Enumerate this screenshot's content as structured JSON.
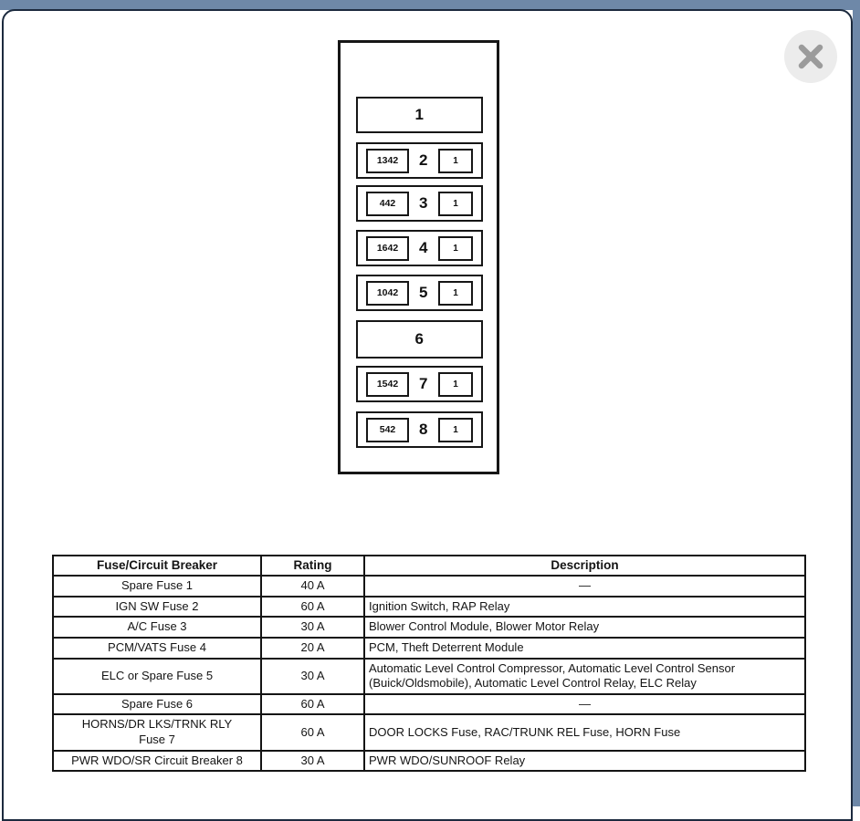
{
  "window": {
    "close_glyph": "✕"
  },
  "colors": {
    "backdrop_blue": "#6E88A8",
    "card_border_navy": "#1C2A3E",
    "card_background": "#FFFFFF",
    "scan_ink": "#141414",
    "close_circle_background": "#ECECEC",
    "close_x_gray": "#9B9B9B"
  },
  "fuse_diagram": {
    "slots": [
      {
        "num": "1",
        "type": "plain"
      },
      {
        "num": "2",
        "type": "fuse",
        "circuit": "1342",
        "cavity": "1"
      },
      {
        "num": "3",
        "type": "fuse",
        "circuit": "442",
        "cavity": "1"
      },
      {
        "num": "4",
        "type": "fuse",
        "circuit": "1642",
        "cavity": "1"
      },
      {
        "num": "5",
        "type": "fuse",
        "circuit": "1042",
        "cavity": "1"
      },
      {
        "num": "6",
        "type": "plain"
      },
      {
        "num": "7",
        "type": "fuse",
        "circuit": "1542",
        "cavity": "1"
      },
      {
        "num": "8",
        "type": "fuse",
        "circuit": "542",
        "cavity": "1"
      }
    ]
  },
  "fuse_table": {
    "headers": [
      "Fuse/Circuit Breaker",
      "Rating",
      "Description"
    ],
    "rows": [
      {
        "name": "Spare Fuse 1",
        "rating": "40 A",
        "description": "—"
      },
      {
        "name": "IGN SW Fuse 2",
        "rating": "60 A",
        "description": "Ignition Switch, RAP Relay"
      },
      {
        "name": "A/C Fuse 3",
        "rating": "30 A",
        "description": "Blower Control Module, Blower Motor Relay"
      },
      {
        "name": "PCM/VATS Fuse 4",
        "rating": "20 A",
        "description": "PCM, Theft Deterrent Module"
      },
      {
        "name": "ELC or Spare Fuse 5",
        "rating": "30 A",
        "description": "Automatic Level Control Compressor, Automatic Level Control Sensor (Buick/Oldsmobile), Automatic Level Control Relay, ELC Relay"
      },
      {
        "name": "Spare Fuse 6",
        "rating": "60 A",
        "description": "—"
      },
      {
        "name": "HORNS/DR LKS/TRNK RLY",
        "name_line2": "Fuse 7",
        "rating": "60 A",
        "description": "DOOR LOCKS Fuse, RAC/TRUNK REL Fuse, HORN Fuse"
      },
      {
        "name": "PWR WDO/SR Circuit Breaker 8",
        "rating": "30 A",
        "description": "PWR WDO/SUNROOF Relay"
      }
    ]
  }
}
